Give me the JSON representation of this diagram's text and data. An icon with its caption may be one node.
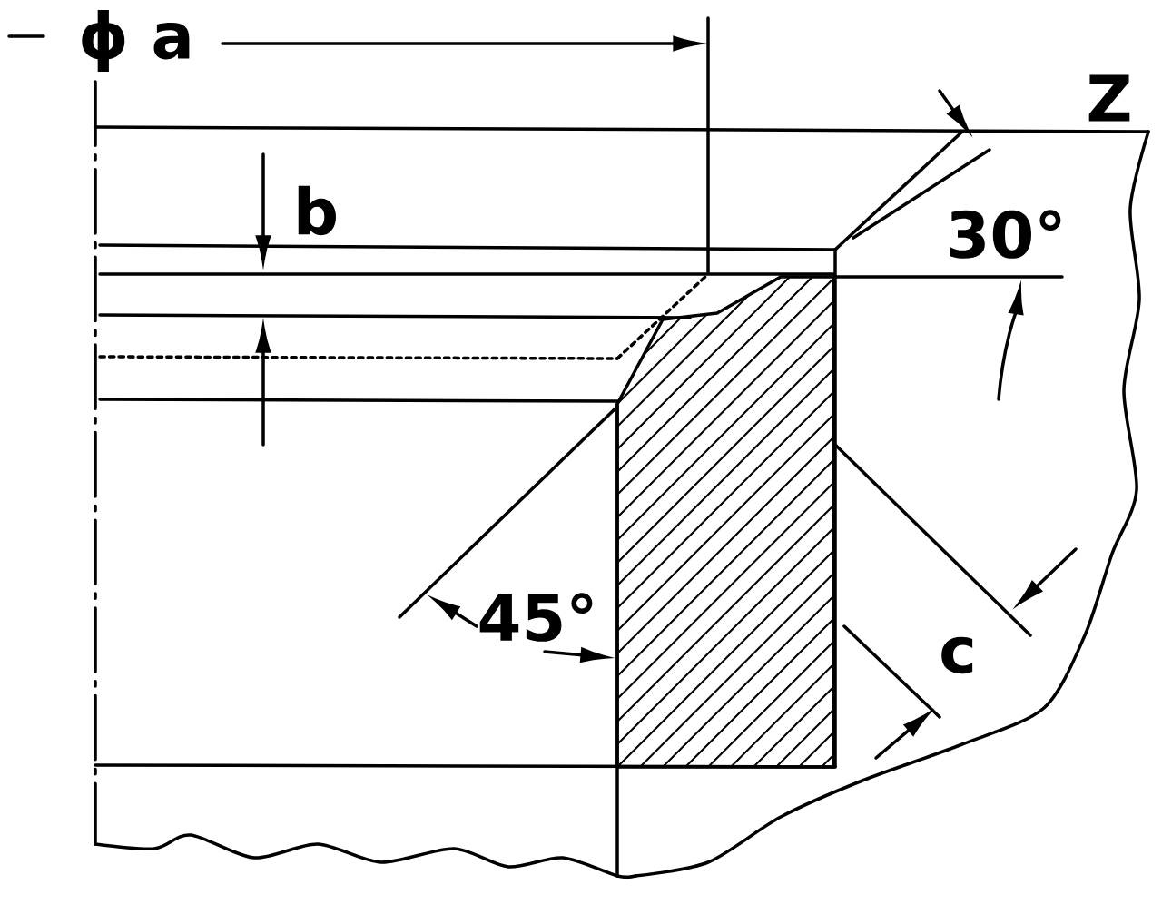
{
  "diagram": {
    "labels": [
      "ϕ a",
      "Z",
      "b",
      "30°",
      "45°",
      "c"
    ]
  }
}
